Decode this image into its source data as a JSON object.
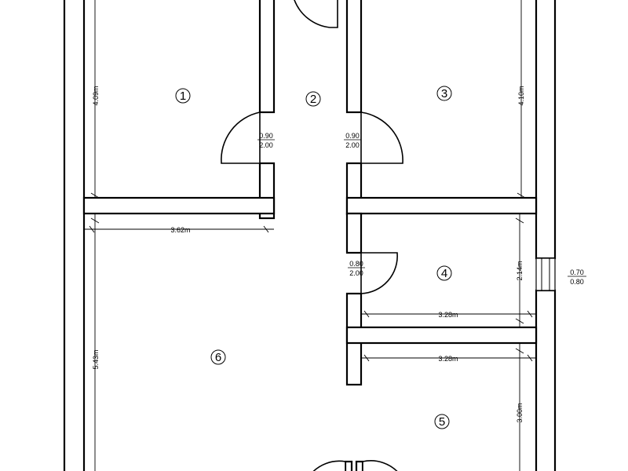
{
  "rooms": [
    {
      "id": "room-1",
      "label": "1"
    },
    {
      "id": "room-2",
      "label": "2"
    },
    {
      "id": "room-3",
      "label": "3"
    },
    {
      "id": "room-4",
      "label": "4"
    },
    {
      "id": "room-5",
      "label": "5"
    },
    {
      "id": "room-6",
      "label": "6"
    }
  ],
  "dimensions": {
    "room1_height": "4.09m",
    "room3_height": "4.10m",
    "room6_width": "3.62m",
    "room4_height": "2.14m",
    "room4_width": "3.28m",
    "room5_width": "3.28m",
    "room6_height": "5.43m",
    "room5_height": "3.00m"
  },
  "doors": {
    "door_room1": {
      "width": "0.90",
      "height": "2.00"
    },
    "door_room3": {
      "width": "0.90",
      "height": "2.00"
    },
    "door_room4": {
      "width": "0.80",
      "height": "2.00"
    }
  },
  "window": {
    "width": "0.70",
    "height": "0.80"
  }
}
